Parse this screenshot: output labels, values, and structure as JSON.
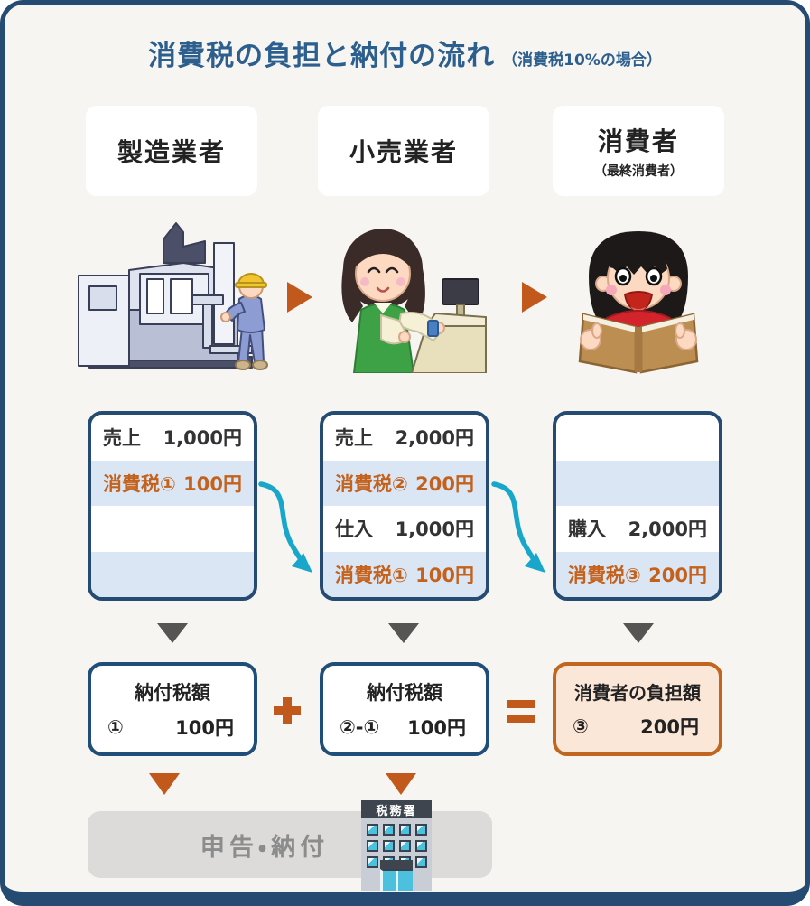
{
  "title": {
    "main": "消費税の負担と納付の流れ",
    "note": "（消費税10%の場合）"
  },
  "actors": [
    {
      "label": "製造業者",
      "sublabel": ""
    },
    {
      "label": "小売業者",
      "sublabel": ""
    },
    {
      "label": "消費者",
      "sublabel": "（最終消費者）"
    }
  ],
  "ledgers": [
    {
      "rows": [
        {
          "label": "売上",
          "value": "1,000円",
          "variant": "plain"
        },
        {
          "label": "消費税①",
          "value": "100円",
          "variant": "tax"
        },
        {
          "label": "",
          "value": "",
          "variant": "plain"
        },
        {
          "label": "",
          "value": "",
          "variant": "tax"
        }
      ]
    },
    {
      "rows": [
        {
          "label": "売上",
          "value": "2,000円",
          "variant": "plain"
        },
        {
          "label": "消費税②",
          "value": "200円",
          "variant": "tax"
        },
        {
          "label": "仕入",
          "value": "1,000円",
          "variant": "plain"
        },
        {
          "label": "消費税①",
          "value": "100円",
          "variant": "tax"
        }
      ]
    },
    {
      "rows": [
        {
          "label": "",
          "value": "",
          "variant": "plain"
        },
        {
          "label": "",
          "value": "",
          "variant": "tax"
        },
        {
          "label": "購入",
          "value": "2,000円",
          "variant": "plain"
        },
        {
          "label": "消費税③",
          "value": "200円",
          "variant": "tax"
        }
      ]
    }
  ],
  "payments": [
    {
      "title": "納付税額",
      "formula": "①",
      "amount": "100円"
    },
    {
      "title": "納付税額",
      "formula": "②-①",
      "amount": "100円"
    },
    {
      "title": "消費者の負担額",
      "formula": "③",
      "amount": "200円"
    }
  ],
  "filing": {
    "label": "申告・納付"
  },
  "tax_office": {
    "sign": "税務署"
  },
  "icons": {
    "flow_arrow": "orange-right-triangle",
    "allocation_arrow": "cyan-curved-arrow",
    "down_arrow_dark": "dark-down-triangle",
    "down_arrow_orange": "orange-down-triangle",
    "plus": "plus-sign",
    "equals": "equals-sign",
    "factory": "factory-worker-illustration",
    "retail": "cashier-illustration",
    "consumer": "girl-reading-book-illustration",
    "office": "tax-office-building"
  },
  "colors": {
    "frame": "#254b72",
    "background": "#f7f5f1",
    "title": "#2d5f8e",
    "tax_text": "#c4611c",
    "tax_row_bg": "#dae6f3",
    "cyan_arrow": "#18a6ca",
    "dark_arrow": "#575553",
    "consumer_box_bg": "#fbe7d8",
    "bar_bg": "#dcdbd9",
    "bar_text": "#8c8c8c"
  }
}
